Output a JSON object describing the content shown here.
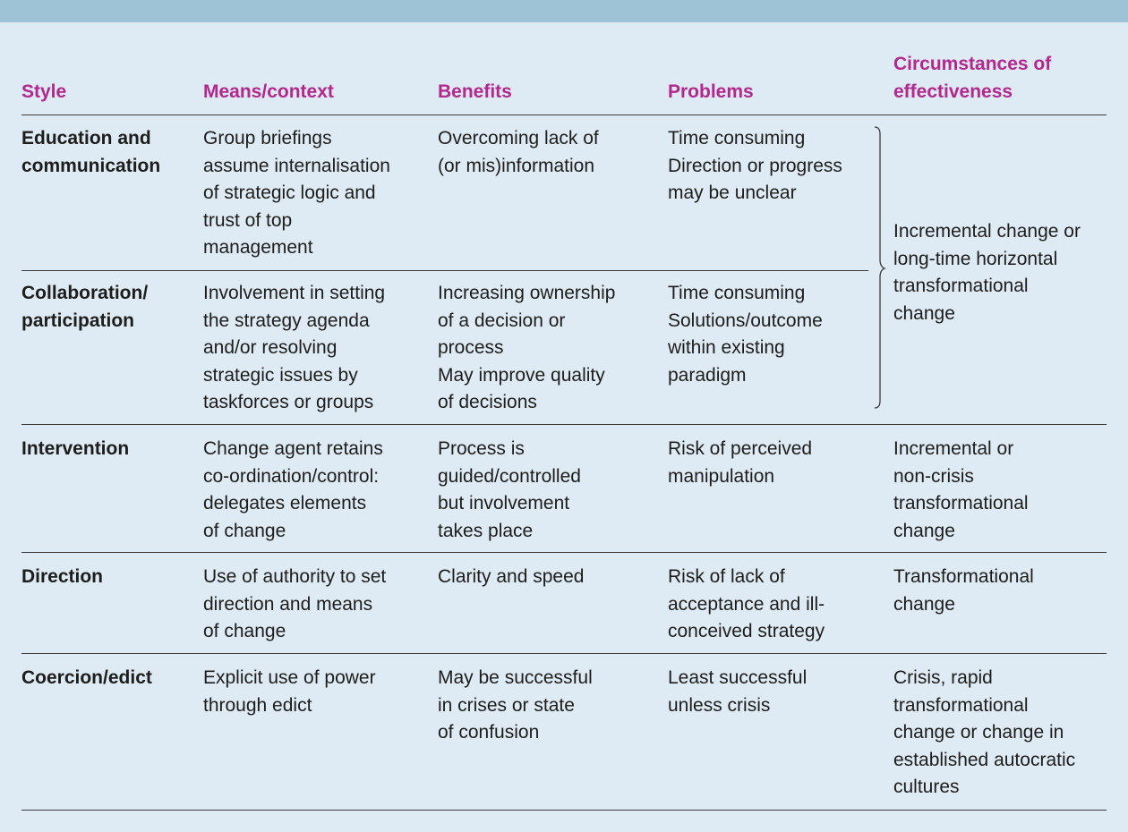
{
  "headers": {
    "style": [
      "Style"
    ],
    "means": [
      "Means/context"
    ],
    "benefits": [
      "Benefits"
    ],
    "problems": [
      "Problems"
    ],
    "circumstances": [
      "Circumstances of",
      "effectiveness"
    ]
  },
  "rows": [
    {
      "style": [
        "Education and",
        "communication"
      ],
      "means": [
        "Group briefings",
        "assume internalisation",
        "of strategic logic and",
        "trust of top",
        "management"
      ],
      "benefits": [
        "Overcoming lack of",
        "(or mis)information"
      ],
      "problems": [
        "Time consuming",
        "Direction or progress",
        "may be unclear"
      ]
    },
    {
      "style": [
        "Collaboration/",
        "participation"
      ],
      "means": [
        "Involvement in setting",
        "the strategy agenda",
        "and/or resolving",
        "strategic issues by",
        "taskforces or groups"
      ],
      "benefits": [
        "Increasing ownership",
        "of a decision or",
        "process",
        "May improve quality",
        "of decisions"
      ],
      "problems": [
        "Time consuming",
        "Solutions/outcome",
        "within existing",
        "paradigm"
      ]
    },
    {
      "style": [
        "Intervention"
      ],
      "means": [
        "Change agent retains",
        "co-ordination/control:",
        "delegates elements",
        "of change"
      ],
      "benefits": [
        "Process is",
        "guided/controlled",
        "but involvement",
        "takes place"
      ],
      "problems": [
        "Risk of perceived",
        "manipulation"
      ],
      "circumstances": [
        "Incremental or",
        "non-crisis",
        "transformational",
        "change"
      ]
    },
    {
      "style": [
        "Direction"
      ],
      "means": [
        "Use of authority to set",
        "direction and means",
        "of change"
      ],
      "benefits": [
        "Clarity and speed"
      ],
      "problems": [
        "Risk of lack of",
        "acceptance and ill-",
        "conceived strategy"
      ],
      "circumstances": [
        "Transformational",
        "change"
      ]
    },
    {
      "style": [
        "Coercion/edict"
      ],
      "means": [
        "Explicit use of power",
        "through edict"
      ],
      "benefits": [
        "May be successful",
        "in crises or state",
        "of confusion"
      ],
      "problems": [
        "Least successful",
        "unless crisis"
      ],
      "circumstances": [
        "Crisis, rapid",
        "transformational",
        "change or change in",
        "established autocratic",
        "cultures"
      ]
    }
  ],
  "shared_circumstances": [
    "Incremental change or",
    "long-time horizontal",
    "transformational",
    "change"
  ]
}
